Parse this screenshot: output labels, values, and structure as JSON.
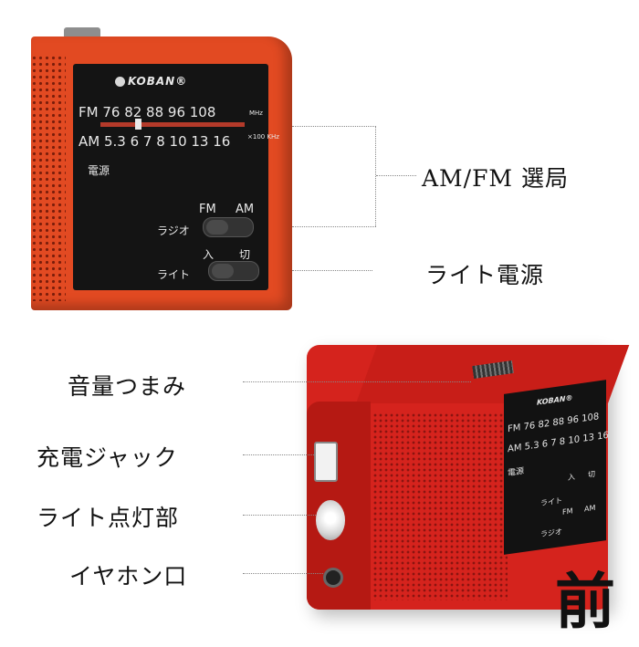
{
  "radio_panel": {
    "brand": "KOBAN®",
    "fm_scale": "FM 76 82 88  96  108",
    "fm_unit": "MHz",
    "am_scale": "AM 5.3 6 7 8 10 13 16",
    "am_unit": "×100 KHz",
    "power_label": "電源",
    "switch_radio_fm": "FM",
    "switch_radio_am": "AM",
    "switch_radio_label": "ラジオ",
    "switch_light_on": "入",
    "switch_light_off": "切",
    "switch_light_label": "ライト"
  },
  "callouts": {
    "am_fm_tuning": "AM/FM 選局",
    "light_power": "ライト電源",
    "volume_knob": "音量つまみ",
    "charging_jack": "充電ジャック",
    "light_lamp": "ライト点灯部",
    "earphone_jack": "イヤホン口"
  },
  "bottom_panel": {
    "fm_scale": "FM 76 82 88 96 108",
    "am_scale": "AM 5.3 6 7 8 10 13 16",
    "power_label": "電源",
    "light_label": "ライト",
    "radio_label": "ラジオ",
    "on_label": "入",
    "off_label": "切",
    "fm": "FM",
    "am": "AM"
  },
  "view_label": "前",
  "colors": {
    "radio_red_top": "#e24a22",
    "radio_red_bottom": "#d5231d",
    "panel_black": "#141414"
  }
}
